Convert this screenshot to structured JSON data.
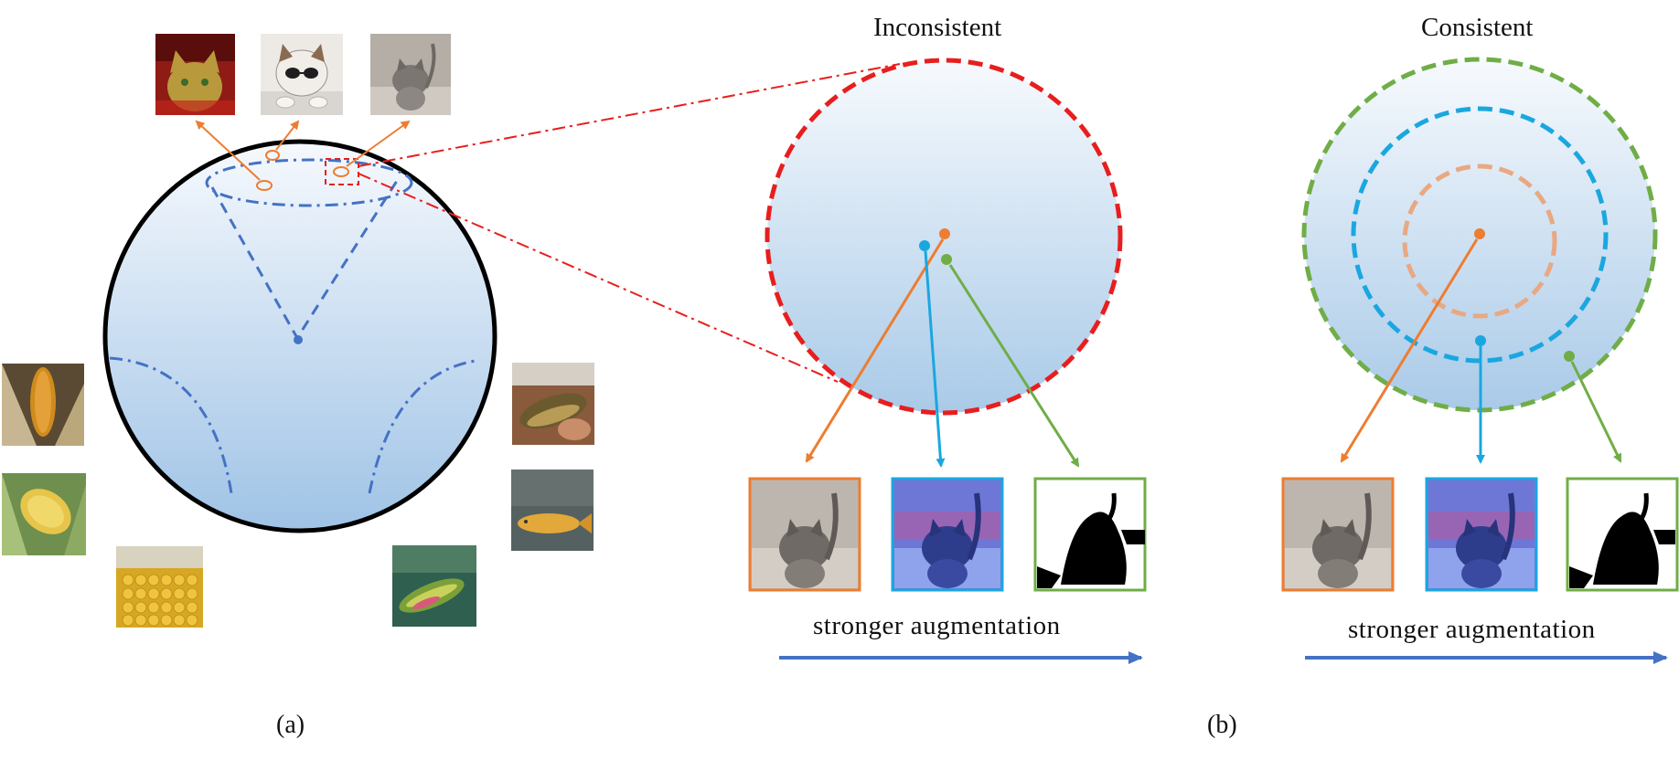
{
  "panel_a": {
    "label": "(a)"
  },
  "panel_b": {
    "label": "(b)",
    "inconsistent": {
      "title": "Inconsistent",
      "axis_label": "stronger  augmentation"
    },
    "consistent": {
      "title": "Consistent",
      "axis_label": "stronger  augmentation"
    }
  },
  "colors": {
    "orange": "#ED7D31",
    "blue": "#1AA7E0",
    "green": "#70AD47",
    "red": "#E81E1E",
    "dash_blue": "#4472C4",
    "arrow_blue": "#4472C4"
  },
  "thumbnails": {
    "cats_top": [
      "red-tinted cat",
      "cat with sunglasses",
      "grey kitten"
    ],
    "corn": [
      "corn cob in husk",
      "yellow corn with leaves",
      "corn kernels close-up"
    ],
    "fish": [
      "fish on hand",
      "golden carp",
      "tropical wrasse"
    ],
    "augmented": [
      "original kitten",
      "color-jittered kitten",
      "solarized kitten"
    ]
  }
}
